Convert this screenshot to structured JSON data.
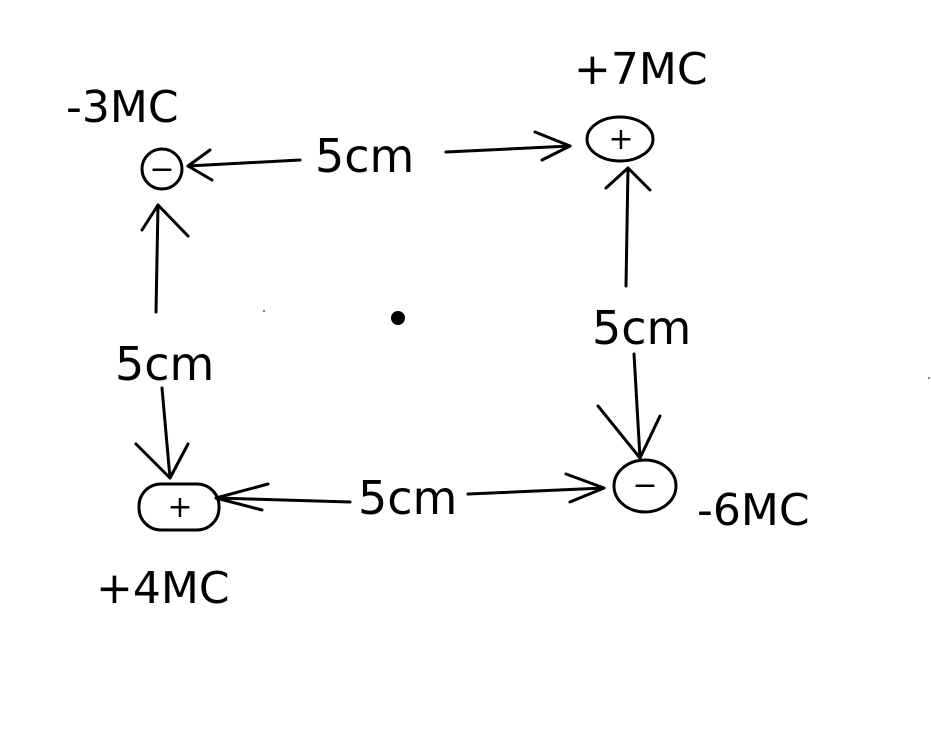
{
  "charges": {
    "top_left": {
      "label": "-3MC",
      "sign": "−"
    },
    "top_right": {
      "label": "+7MC",
      "sign": "+"
    },
    "bottom_left": {
      "label": "+4MC",
      "sign": "+"
    },
    "bottom_right": {
      "label": "-6MC",
      "sign": "−"
    }
  },
  "distances": {
    "top": "5cm",
    "left": "5cm",
    "right": "5cm",
    "bottom": "5cm"
  },
  "colors": {
    "ink": "#000000",
    "background": "#ffffff"
  }
}
